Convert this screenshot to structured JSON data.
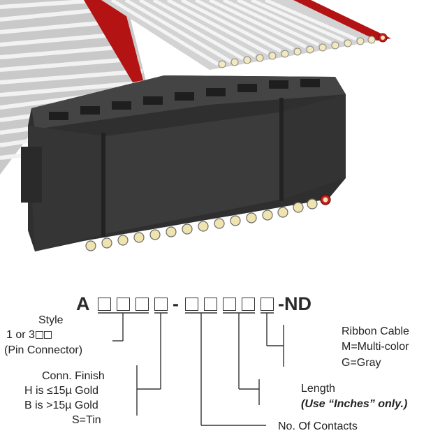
{
  "part_number": {
    "prefix": "A",
    "dash": "-",
    "suffix": "-ND"
  },
  "labels": {
    "style": "Style",
    "style_option": "1 or 3",
    "pin_connector": "(Pin Connector)",
    "conn_finish_title": "Conn. Finish",
    "finish_h": "H is ≤15µ Gold",
    "finish_b": "B is >15µ Gold",
    "finish_s": "S=Tin",
    "ribbon_cable": "Ribbon Cable",
    "ribbon_m": "M=Multi-color",
    "ribbon_g": "G=Gray",
    "length": "Length",
    "length_note": "(Use “Inches” only.)",
    "contacts": "No. Of Contacts"
  },
  "colors": {
    "connector": "#3a3a3a",
    "cable_gray": "#cfcfcf",
    "cable_red": "#b31313",
    "pin_gold": "#efe3b0",
    "text": "#222222"
  }
}
